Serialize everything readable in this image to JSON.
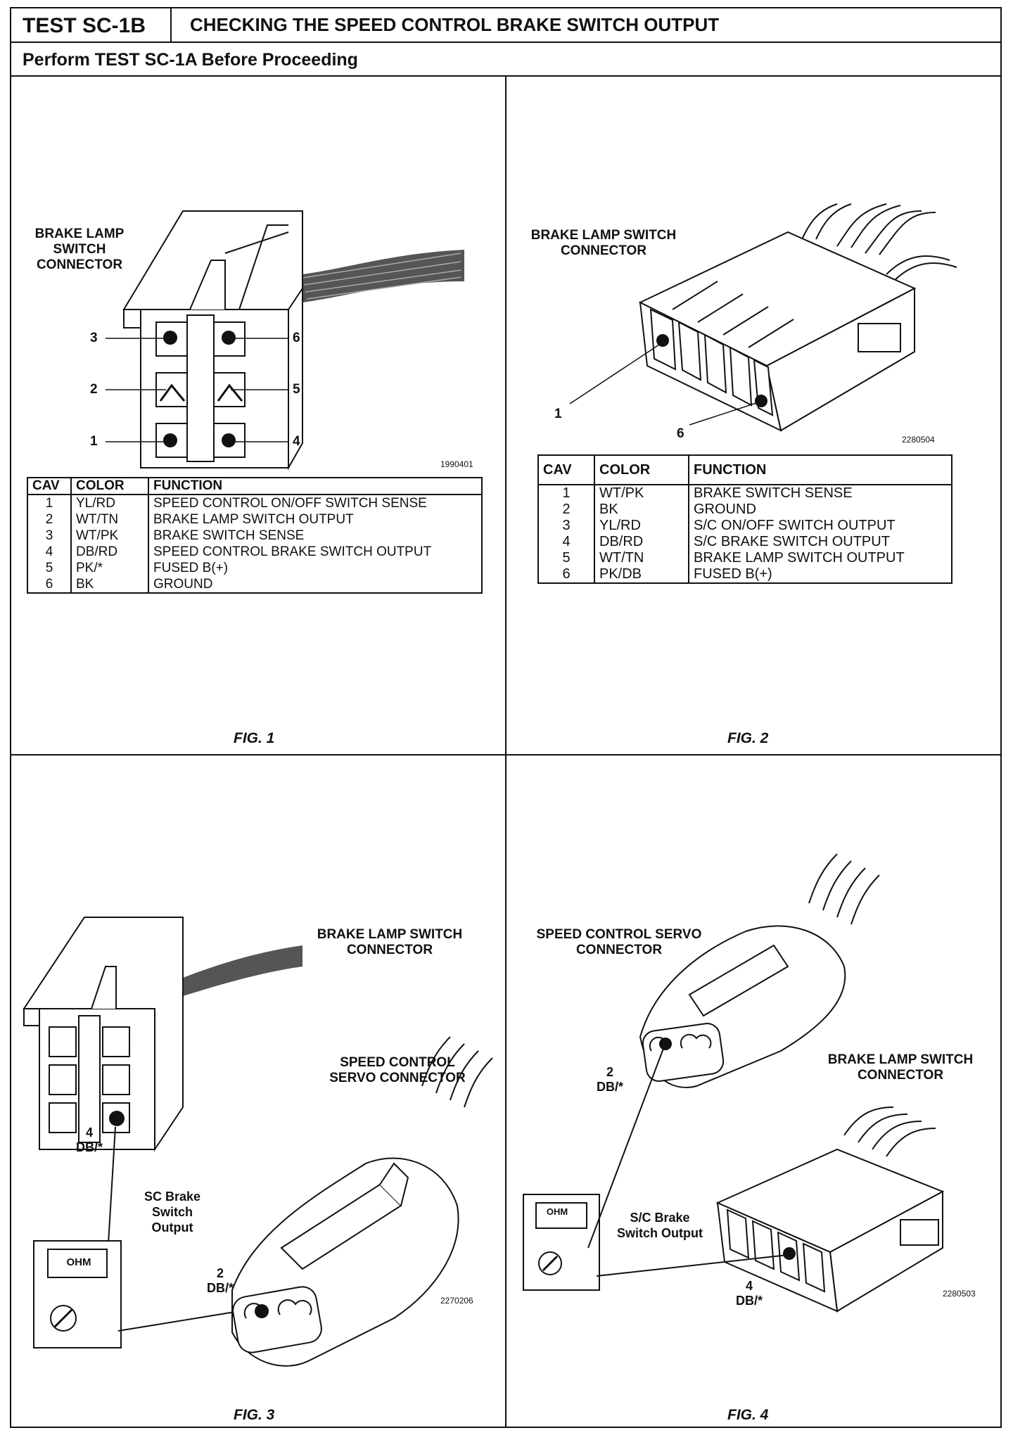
{
  "header": {
    "test_id": "TEST SC-1B",
    "title": "CHECKING THE SPEED CONTROL BRAKE SWITCH OUTPUT",
    "subtitle": "Perform TEST SC-1A Before Proceeding"
  },
  "fig1": {
    "caption": "FIG. 1",
    "connector_label": "BRAKE LAMP SWITCH CONNECTOR",
    "part_no": "1990401",
    "pins": [
      "1",
      "2",
      "3",
      "4",
      "5",
      "6"
    ],
    "table_headers": [
      "CAV",
      "COLOR",
      "FUNCTION"
    ],
    "rows": [
      [
        "1",
        "YL/RD",
        "SPEED CONTROL ON/OFF SWITCH SENSE"
      ],
      [
        "2",
        "WT/TN",
        "BRAKE LAMP SWITCH OUTPUT"
      ],
      [
        "3",
        "WT/PK",
        "BRAKE SWITCH SENSE"
      ],
      [
        "4",
        "DB/RD",
        "SPEED CONTROL BRAKE SWITCH OUTPUT"
      ],
      [
        "5",
        "PK/*",
        "FUSED B(+)"
      ],
      [
        "6",
        "BK",
        "GROUND"
      ]
    ]
  },
  "fig2": {
    "caption": "FIG. 2",
    "connector_label": "BRAKE LAMP SWITCH CONNECTOR",
    "part_no": "2280504",
    "pins": [
      "1",
      "6"
    ],
    "table_headers": [
      "CAV",
      "COLOR",
      "FUNCTION"
    ],
    "rows": [
      [
        "1",
        "WT/PK",
        "BRAKE SWITCH SENSE"
      ],
      [
        "2",
        "BK",
        "GROUND"
      ],
      [
        "3",
        "YL/RD",
        "S/C ON/OFF SWITCH OUTPUT"
      ],
      [
        "4",
        "DB/RD",
        "S/C BRAKE SWITCH OUTPUT"
      ],
      [
        "5",
        "WT/TN",
        "BRAKE LAMP SWITCH OUTPUT"
      ],
      [
        "6",
        "PK/DB",
        "FUSED B(+)"
      ]
    ]
  },
  "fig3": {
    "caption": "FIG. 3",
    "brake_label": "BRAKE LAMP SWITCH CONNECTOR",
    "servo_label": "SPEED CONTROL SERVO CONNECTOR",
    "meter_label": "OHM",
    "output_label": "SC Brake Switch Output",
    "pin_a": "4",
    "pin_a_color": "DB/*",
    "pin_b": "2",
    "pin_b_color": "DB/*",
    "part_no": "2270206"
  },
  "fig4": {
    "caption": "FIG. 4",
    "servo_label": "SPEED CONTROL SERVO CONNECTOR",
    "brake_label": "BRAKE LAMP SWITCH CONNECTOR",
    "meter_label": "OHM",
    "output_label": "S/C Brake Switch Output",
    "pin_a": "2",
    "pin_a_color": "DB/*",
    "pin_b": "4",
    "pin_b_color": "DB/*",
    "part_no": "2280503"
  }
}
